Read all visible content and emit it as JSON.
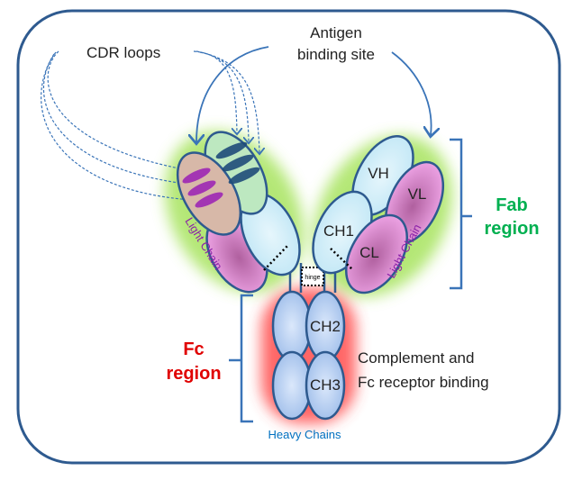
{
  "labels": {
    "cdr_loops": "CDR loops",
    "antigen_line1": "Antigen",
    "antigen_line2": "binding site",
    "vh": "VH",
    "vl": "VL",
    "ch1": "CH1",
    "cl": "CL",
    "ch2": "CH2",
    "ch3": "CH3",
    "hinge": "hinge",
    "light_chain_left": "Light Chain",
    "light_chain_right": "Light Chain",
    "fab_line1": "Fab",
    "fab_line2": "region",
    "fc_line1": "Fc",
    "fc_line2": "region",
    "complement_line1": "Complement and",
    "complement_line2": "Fc receptor binding",
    "heavy_chains": "Heavy Chains"
  },
  "colors": {
    "frame": "#2e5a8f",
    "arrow": "#3a74b8",
    "heavy_chain_fill": "#c9ecf7",
    "light_chain_fill": "#e99ee0",
    "fab_text": "#00b050",
    "fc_text": "#e00000",
    "light_chain_text": "#8b22a8",
    "heavy_chains_text": "#0070c0"
  }
}
